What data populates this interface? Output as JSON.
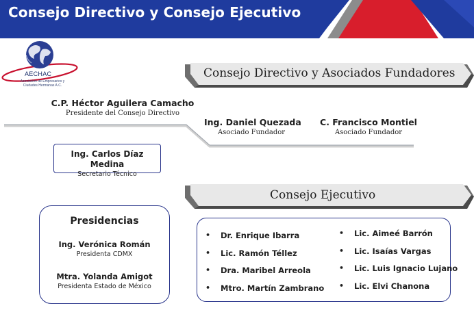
{
  "header": {
    "title": "Consejo Directivo y Consejo Ejecutivo",
    "colors": {
      "blue": "#1f3b9e",
      "red": "#d81e2c",
      "grey": "#8c8c8c"
    }
  },
  "logo": {
    "name": "AECHAC",
    "tagline": "Asociación de Empresarios y Ciudades Hermanas A.C."
  },
  "directivo": {
    "title": "Consejo Directivo y Asociados Fundadores",
    "president": {
      "name": "C.P. Héctor Aguilera Camacho",
      "role": "Presidente del Consejo Directivo"
    },
    "founders": [
      {
        "name": "Ing. Daniel Quezada",
        "role": "Asociado Fundador"
      },
      {
        "name": "C. Francisco Montiel",
        "role": "Asociado Fundador"
      }
    ],
    "secretary": {
      "name": "Ing. Carlos Díaz Medina",
      "role": "Secretario Técnico"
    }
  },
  "presidencias": {
    "heading": "Presidencias",
    "items": [
      {
        "name": "Ing. Verónica Román",
        "role": "Presidenta CDMX"
      },
      {
        "name": "Mtra. Yolanda Amigot",
        "role": "Presidenta Estado de México"
      }
    ]
  },
  "ejecutivo": {
    "title": "Consejo Ejecutivo",
    "left": [
      "Dr. Enrique Ibarra",
      "Lic. Ramón Téllez",
      "Dra. Maribel Arreola",
      "Mtro. Martín Zambrano"
    ],
    "right": [
      "Lic. Aimeé Barrón",
      "Lic. Isaías Vargas",
      "Lic. Luis Ignacio Lujano",
      "Lic. Elvi Chanona"
    ]
  }
}
